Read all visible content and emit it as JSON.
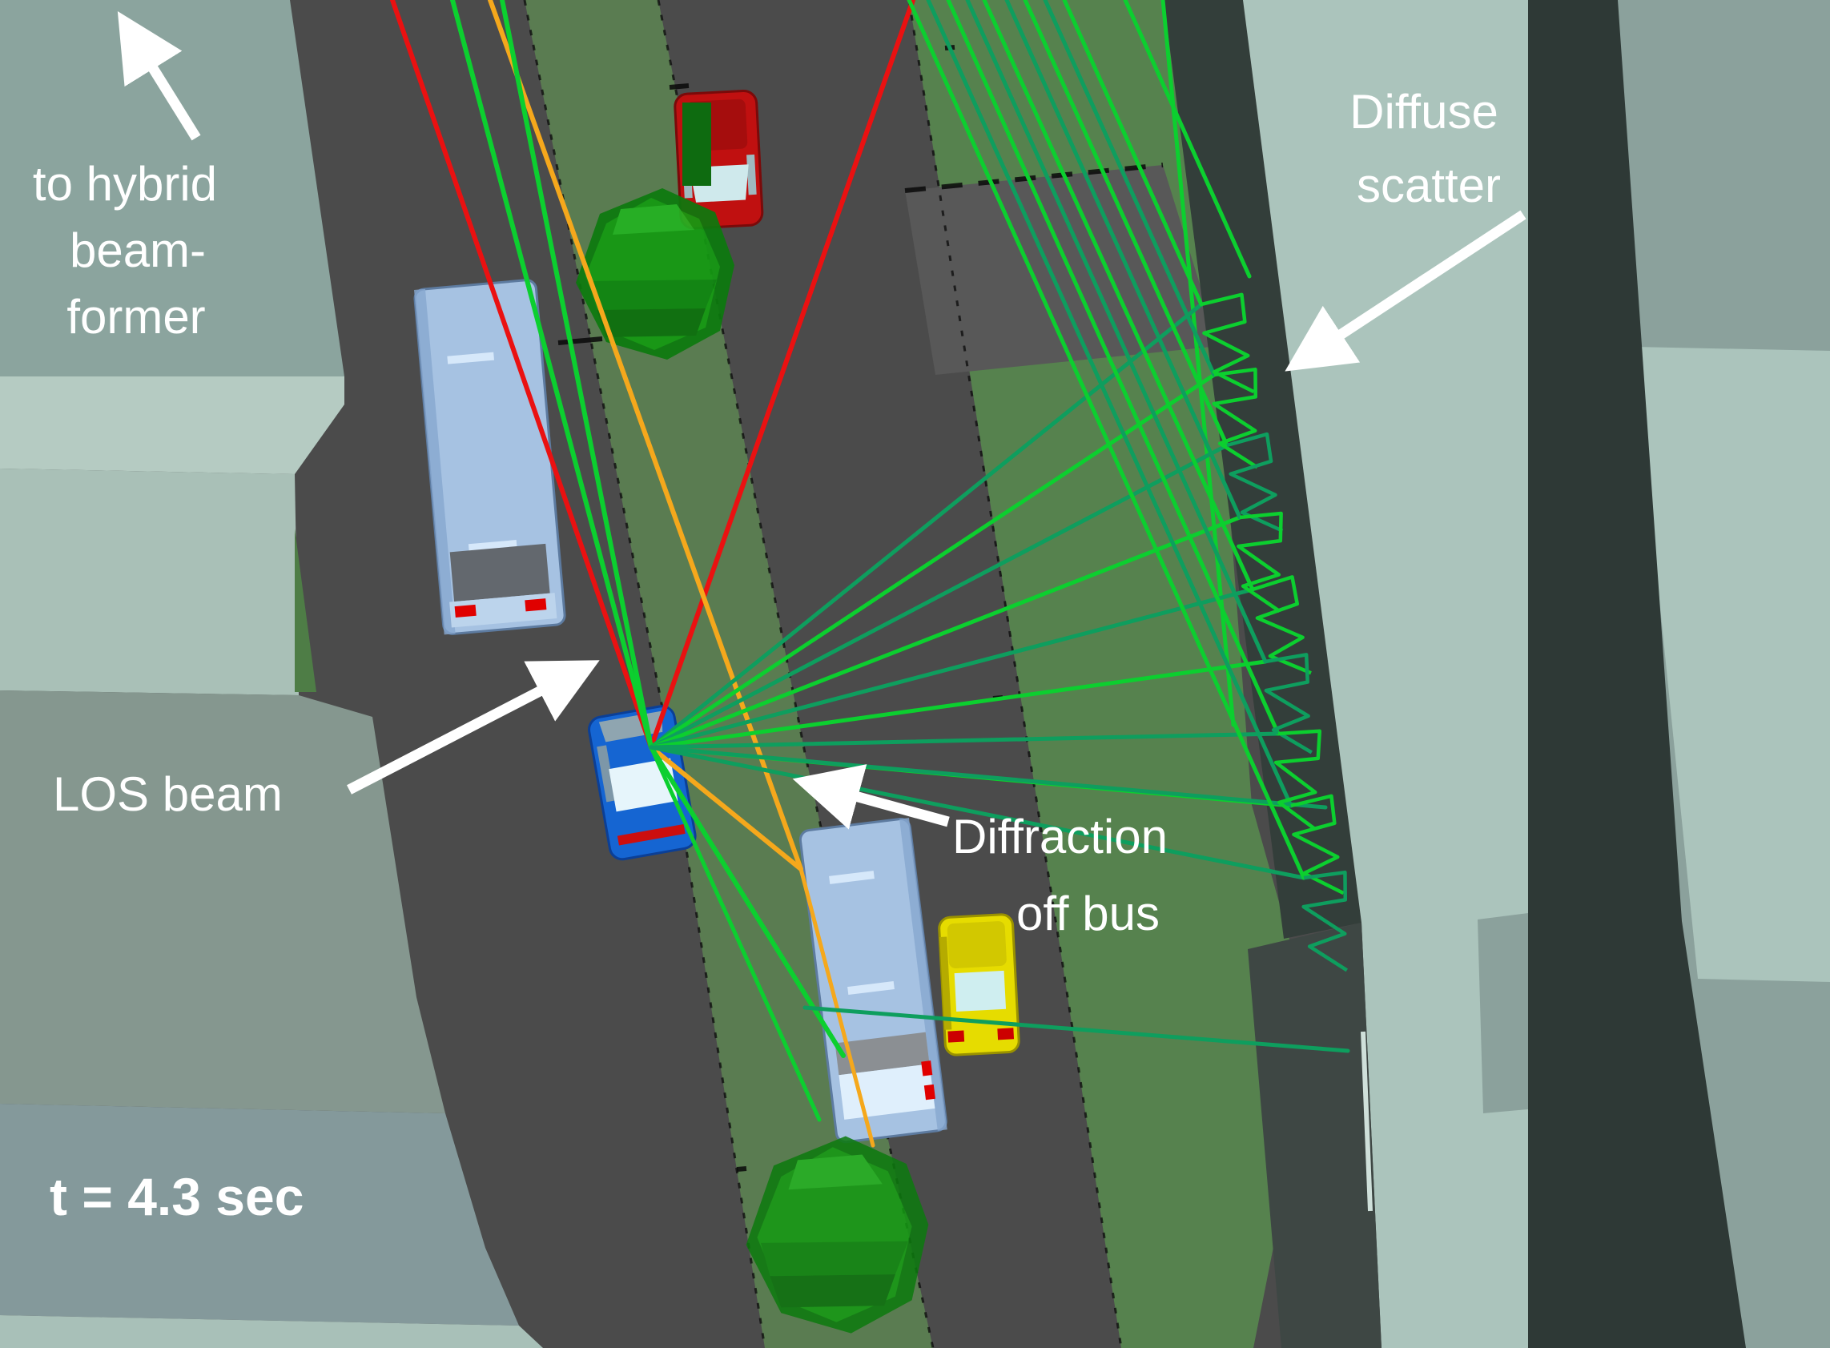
{
  "annotations": {
    "beamformer": {
      "line1": "to hybrid",
      "line2": "beam-",
      "line3": "former"
    },
    "diffuse_scatter": {
      "line1": "Diffuse",
      "line2": "scatter"
    },
    "los_beam": {
      "label": "LOS beam"
    },
    "diffraction": {
      "line1": "Diffraction",
      "line2": "off bus"
    },
    "timestamp": {
      "label": "t = 4.3 sec"
    }
  },
  "colors": {
    "street": "#4b4b4b",
    "street_shadow": "#585858",
    "building_upper_left": "#8ba49e",
    "building_left_light": "#b5cbc2",
    "building_left_mid": "#a9c0b7",
    "building_los_face": "#85978f",
    "building_time_face": "#84999b",
    "building_bottom_strip": "#a8c0b8",
    "median_green": "#5e8753",
    "park_green": "#56824e",
    "grass_sliver": "#4e7d46",
    "scatter_wall": "#333e3a",
    "right_band": "#abc4bc",
    "right_face": "#8ba19c",
    "right_wedge": "#2e3936",
    "far_lane": "#3e4744",
    "pole": "#cfe0da",
    "ray_los_red": "#ea1111",
    "ray_diffraction_orange": "#f5a81c",
    "ray_scatter_green": "#0ccf2f",
    "ray_scatter_teal": "#0e9e5e",
    "bus_body": "#a6c2e2",
    "bus_trim": "#5d7ba0",
    "bus_window": "#63686e",
    "bus_glass": "#dfeffc",
    "car_red": "#c01010",
    "car_blue": "#1565d2",
    "car_yellow": "#e6dc00",
    "glass": "#d8eef2",
    "taillight": "#e00000",
    "tree_front": "#149a12",
    "tree_back": "#0c7a0e",
    "tree_dark": "#0b700c",
    "tree_light": "#23b322",
    "trunk": "#0e6b10",
    "annotation_white": "#ffffff",
    "edge_black": "#0a0a0a"
  },
  "vehicles": [
    {
      "name": "bus-northbound",
      "color": "#a6c2e2"
    },
    {
      "name": "red-car",
      "color": "#c01010"
    },
    {
      "name": "blue-car-transceiver",
      "color": "#1565d2"
    },
    {
      "name": "bus-southbound",
      "color": "#a6c2e2"
    },
    {
      "name": "yellow-car",
      "color": "#e6dc00"
    }
  ]
}
